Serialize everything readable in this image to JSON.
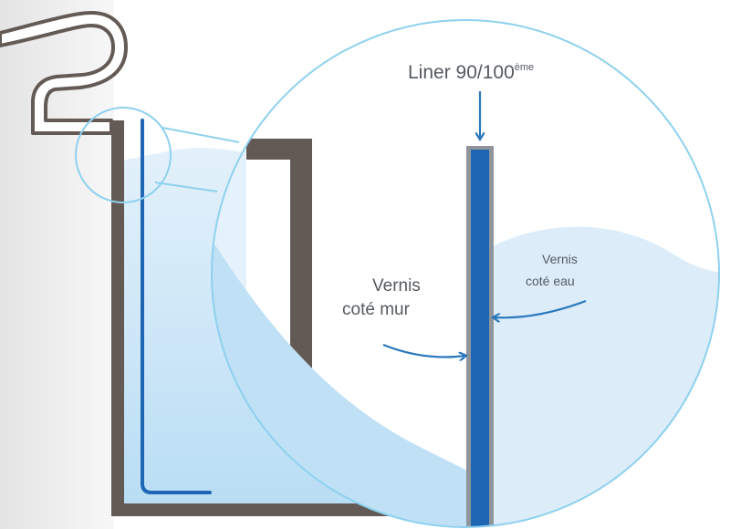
{
  "diagram": {
    "label_liner": "Liner 90/100",
    "label_liner_sup": "ème",
    "label_wall_line1": "Vernis",
    "label_wall_line2": "coté mur",
    "label_water_line1": "Vernis",
    "label_water_line2": "coté eau"
  },
  "colors": {
    "pool_wall": "#645a55",
    "water": "#bfe0f5",
    "water_light": "#dcedf9",
    "liner_blue": "#1e66b4",
    "liner_grey": "#8f959a",
    "circle_outline": "#8ed1ee",
    "arrow": "#2a78bd",
    "text": "#555a60"
  }
}
